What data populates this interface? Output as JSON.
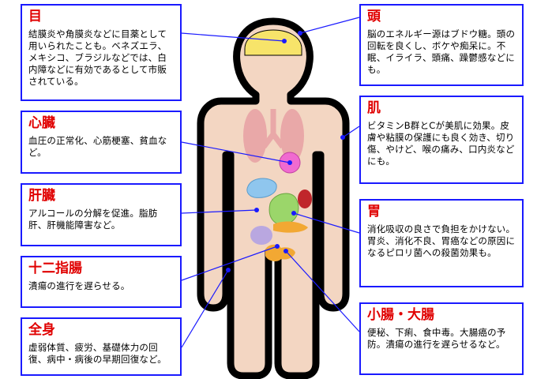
{
  "colors": {
    "box_border": "#1a1aff",
    "title_text": "#e00000",
    "body_outline": "#000000",
    "skin": "#f3d6c2",
    "brain": "#f7e46a",
    "lungs": "#e9a8a8",
    "heart": "#f06ad0",
    "liver": "#8fc6ee",
    "stomach": "#9bd66a",
    "spleen": "#c0262b",
    "pancreas": "#f2a833",
    "gallbladder": "#b9a7e0",
    "intestine": "#f2a833"
  },
  "labels": {
    "eye": {
      "title": "目",
      "text": "結膜炎や角膜炎などに目薬として用いられたことも。ベネズエラ、メキシコ、ブラジルなどでは、白内障などに有効であるとして市販されている。"
    },
    "heart": {
      "title": "心臓",
      "text": "血圧の正常化、心筋梗塞、貧血など。"
    },
    "liver": {
      "title": "肝臓",
      "text": "アルコールの分解を促進。脂肪肝、肝機能障害など。"
    },
    "duodenum": {
      "title": "十二指腸",
      "text": "潰瘍の進行を遅らせる。"
    },
    "whole_body": {
      "title": "全身",
      "text": "虚弱体質、疲労、基礎体力の回復、病中・病後の早期回復など。"
    },
    "head": {
      "title": "頭",
      "text": "脳のエネルギー源はブドウ糖。頭の回転を良くし、ボケや痴呆に。不眠、イライラ、頭痛、躁鬱感などにも。"
    },
    "skin": {
      "title": "肌",
      "text": "ビタミンB群とCが美肌に効果。皮膚や粘膜の保護にも良く効き、切り傷、やけど、喉の痛み、口内炎などにも。"
    },
    "stomach": {
      "title": "胃",
      "text": "消化吸収の良さで負担をかけない。胃炎、消化不良、胃癌などの原因になるピロリ菌への殺菌効果も。"
    },
    "intestines": {
      "title": "小腸・大腸",
      "text": "便秘、下痢、食中毒。大腸癌の予防。潰瘍の進行を遅らせるなど。"
    }
  }
}
